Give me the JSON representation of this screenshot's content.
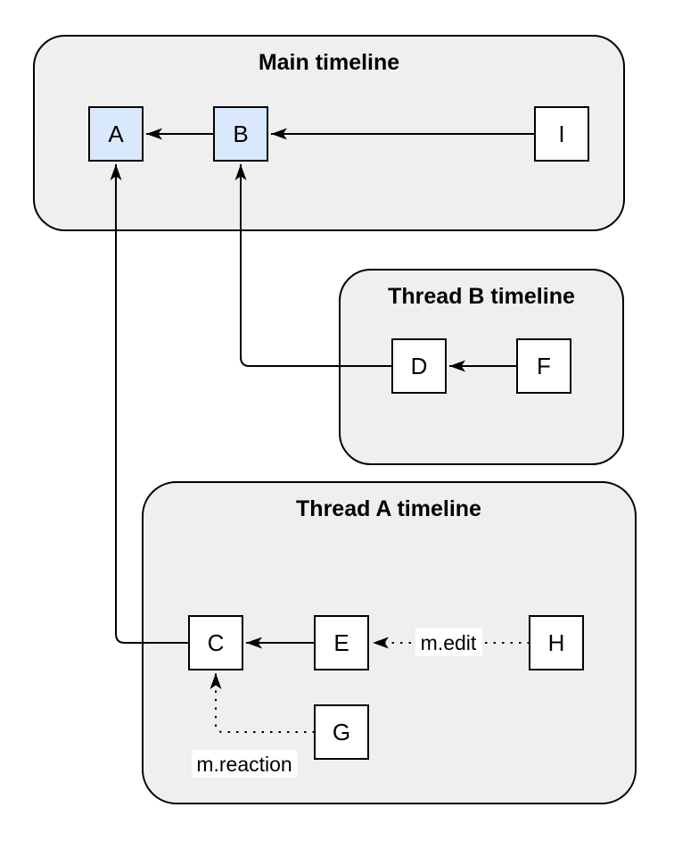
{
  "containers": {
    "main": {
      "title": "Main timeline"
    },
    "thread_b": {
      "title": "Thread B timeline"
    },
    "thread_a": {
      "title": "Thread A timeline"
    }
  },
  "nodes": {
    "a": {
      "label": "A",
      "highlighted": true
    },
    "b": {
      "label": "B",
      "highlighted": true
    },
    "i": {
      "label": "I",
      "highlighted": false
    },
    "d": {
      "label": "D",
      "highlighted": false
    },
    "f": {
      "label": "F",
      "highlighted": false
    },
    "c": {
      "label": "C",
      "highlighted": false
    },
    "e": {
      "label": "E",
      "highlighted": false
    },
    "h": {
      "label": "H",
      "highlighted": false
    },
    "g": {
      "label": "G",
      "highlighted": false
    }
  },
  "edge_labels": {
    "edit": "m.edit",
    "reaction": "m.reaction"
  },
  "colors": {
    "container_fill": "#efefef",
    "node_fill": "#ffffff",
    "highlight_node_fill": "#dae8fc",
    "stroke": "#000000"
  }
}
